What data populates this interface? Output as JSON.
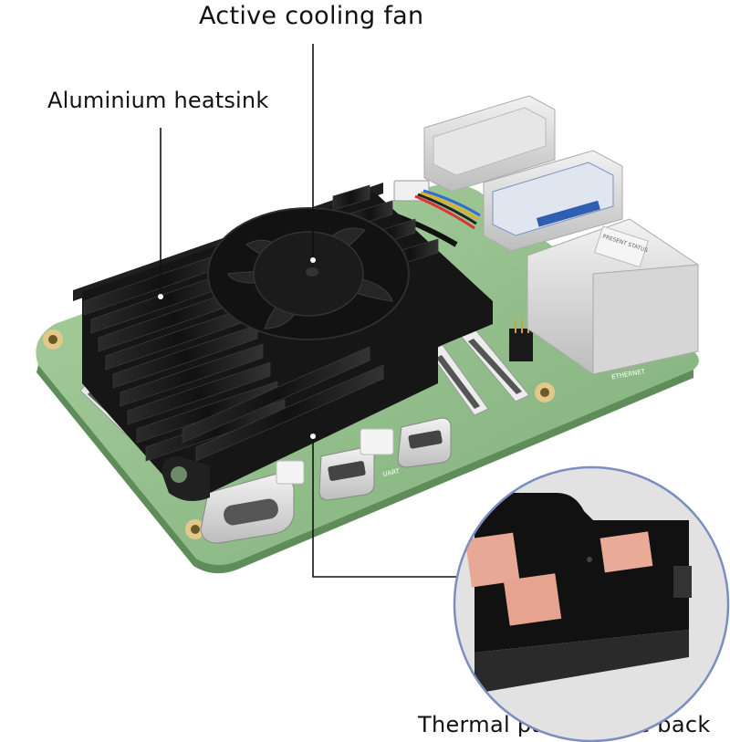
{
  "labels": {
    "fan": "Active cooling fan",
    "heatsink": "Aluminium heatsink",
    "thermal_pads": "Thermal pads on the back"
  },
  "board_text": {
    "uart": "UART",
    "ethernet": "ETHERNET",
    "label_sticker": "PRESENT STATUS"
  },
  "colors": {
    "board": "#8fbf8a",
    "heatsink": "#161616",
    "thermal_pad": "#e8a896",
    "callout_border": "#7a8ec0",
    "usb_metal": "#d8d8d8"
  }
}
